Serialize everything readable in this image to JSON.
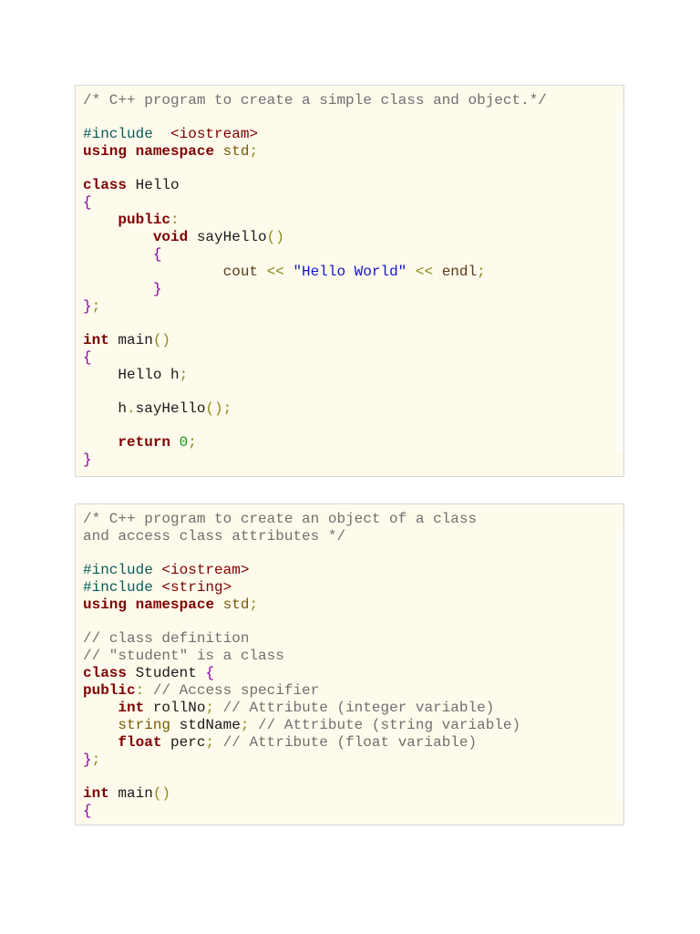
{
  "block1": {
    "lines": [
      [
        {
          "c": "c",
          "t": "/* C++ program to create a simple class and object.*/"
        }
      ],
      "gap",
      [
        {
          "c": "pp",
          "t": "#include"
        },
        {
          "c": "id",
          "t": "  "
        },
        {
          "c": "hd",
          "t": "<iostream>"
        }
      ],
      [
        {
          "c": "k",
          "t": "using"
        },
        {
          "c": "id",
          "t": " "
        },
        {
          "c": "k",
          "t": "namespace"
        },
        {
          "c": "id",
          "t": " "
        },
        {
          "c": "ty",
          "t": "std"
        },
        {
          "c": "op",
          "t": ";"
        }
      ],
      "gap",
      [
        {
          "c": "k",
          "t": "class"
        },
        {
          "c": "id",
          "t": " Hello"
        }
      ],
      [
        {
          "c": "br",
          "t": "{"
        }
      ],
      [
        {
          "c": "id",
          "t": "    "
        },
        {
          "c": "k",
          "t": "public"
        },
        {
          "c": "op",
          "t": ":"
        }
      ],
      [
        {
          "c": "id",
          "t": "        "
        },
        {
          "c": "k",
          "t": "void"
        },
        {
          "c": "id",
          "t": " sayHello"
        },
        {
          "c": "op",
          "t": "()"
        }
      ],
      [
        {
          "c": "id",
          "t": "        "
        },
        {
          "c": "br",
          "t": "{"
        }
      ],
      [
        {
          "c": "id",
          "t": "                "
        },
        {
          "c": "cn",
          "t": "cout"
        },
        {
          "c": "id",
          "t": " "
        },
        {
          "c": "op",
          "t": "<<"
        },
        {
          "c": "id",
          "t": " "
        },
        {
          "c": "st",
          "t": "\"Hello World\""
        },
        {
          "c": "id",
          "t": " "
        },
        {
          "c": "op",
          "t": "<<"
        },
        {
          "c": "id",
          "t": " "
        },
        {
          "c": "cn",
          "t": "endl"
        },
        {
          "c": "op",
          "t": ";"
        }
      ],
      [
        {
          "c": "id",
          "t": "        "
        },
        {
          "c": "br",
          "t": "}"
        }
      ],
      [
        {
          "c": "br",
          "t": "}"
        },
        {
          "c": "op",
          "t": ";"
        }
      ],
      "gap",
      [
        {
          "c": "k",
          "t": "int"
        },
        {
          "c": "id",
          "t": " main"
        },
        {
          "c": "op",
          "t": "()"
        }
      ],
      [
        {
          "c": "br",
          "t": "{"
        }
      ],
      [
        {
          "c": "id",
          "t": "    Hello h"
        },
        {
          "c": "op",
          "t": ";"
        }
      ],
      "gap",
      [
        {
          "c": "id",
          "t": "    h"
        },
        {
          "c": "op",
          "t": "."
        },
        {
          "c": "id",
          "t": "sayHello"
        },
        {
          "c": "op",
          "t": "();"
        }
      ],
      "gap",
      [
        {
          "c": "id",
          "t": "    "
        },
        {
          "c": "k",
          "t": "return"
        },
        {
          "c": "id",
          "t": " "
        },
        {
          "c": "nu",
          "t": "0"
        },
        {
          "c": "op",
          "t": ";"
        }
      ],
      [
        {
          "c": "br",
          "t": "}"
        }
      ]
    ]
  },
  "block2": {
    "lines": [
      [
        {
          "c": "c",
          "t": "/* C++ program to create an object of a class"
        }
      ],
      [
        {
          "c": "c",
          "t": "and access class attributes */"
        }
      ],
      "gap",
      [
        {
          "c": "pp",
          "t": "#include"
        },
        {
          "c": "id",
          "t": " "
        },
        {
          "c": "hd",
          "t": "<iostream>"
        }
      ],
      [
        {
          "c": "pp",
          "t": "#include"
        },
        {
          "c": "id",
          "t": " "
        },
        {
          "c": "hd",
          "t": "<string>"
        }
      ],
      [
        {
          "c": "k",
          "t": "using"
        },
        {
          "c": "id",
          "t": " "
        },
        {
          "c": "k",
          "t": "namespace"
        },
        {
          "c": "id",
          "t": " "
        },
        {
          "c": "ty",
          "t": "std"
        },
        {
          "c": "op",
          "t": ";"
        }
      ],
      "gap",
      [
        {
          "c": "c",
          "t": "// class definition"
        }
      ],
      [
        {
          "c": "c",
          "t": "// \"student\" is a class"
        }
      ],
      [
        {
          "c": "k",
          "t": "class"
        },
        {
          "c": "id",
          "t": " Student "
        },
        {
          "c": "br",
          "t": "{"
        }
      ],
      [
        {
          "c": "k",
          "t": "public"
        },
        {
          "c": "op",
          "t": ":"
        },
        {
          "c": "id",
          "t": " "
        },
        {
          "c": "c",
          "t": "// Access specifier"
        }
      ],
      [
        {
          "c": "id",
          "t": "    "
        },
        {
          "c": "k",
          "t": "int"
        },
        {
          "c": "id",
          "t": " rollNo"
        },
        {
          "c": "op",
          "t": ";"
        },
        {
          "c": "id",
          "t": " "
        },
        {
          "c": "c",
          "t": "// Attribute (integer variable)"
        }
      ],
      [
        {
          "c": "id",
          "t": "    "
        },
        {
          "c": "ty",
          "t": "string"
        },
        {
          "c": "id",
          "t": " stdName"
        },
        {
          "c": "op",
          "t": ";"
        },
        {
          "c": "id",
          "t": " "
        },
        {
          "c": "c",
          "t": "// Attribute (string variable)"
        }
      ],
      [
        {
          "c": "id",
          "t": "    "
        },
        {
          "c": "k",
          "t": "float"
        },
        {
          "c": "id",
          "t": " perc"
        },
        {
          "c": "op",
          "t": ";"
        },
        {
          "c": "id",
          "t": " "
        },
        {
          "c": "c",
          "t": "// Attribute (float variable)"
        }
      ],
      [
        {
          "c": "br",
          "t": "}"
        },
        {
          "c": "op",
          "t": ";"
        }
      ],
      "gap",
      [
        {
          "c": "k",
          "t": "int"
        },
        {
          "c": "id",
          "t": " main"
        },
        {
          "c": "op",
          "t": "()"
        }
      ],
      [
        {
          "c": "br",
          "t": "{"
        }
      ]
    ]
  }
}
